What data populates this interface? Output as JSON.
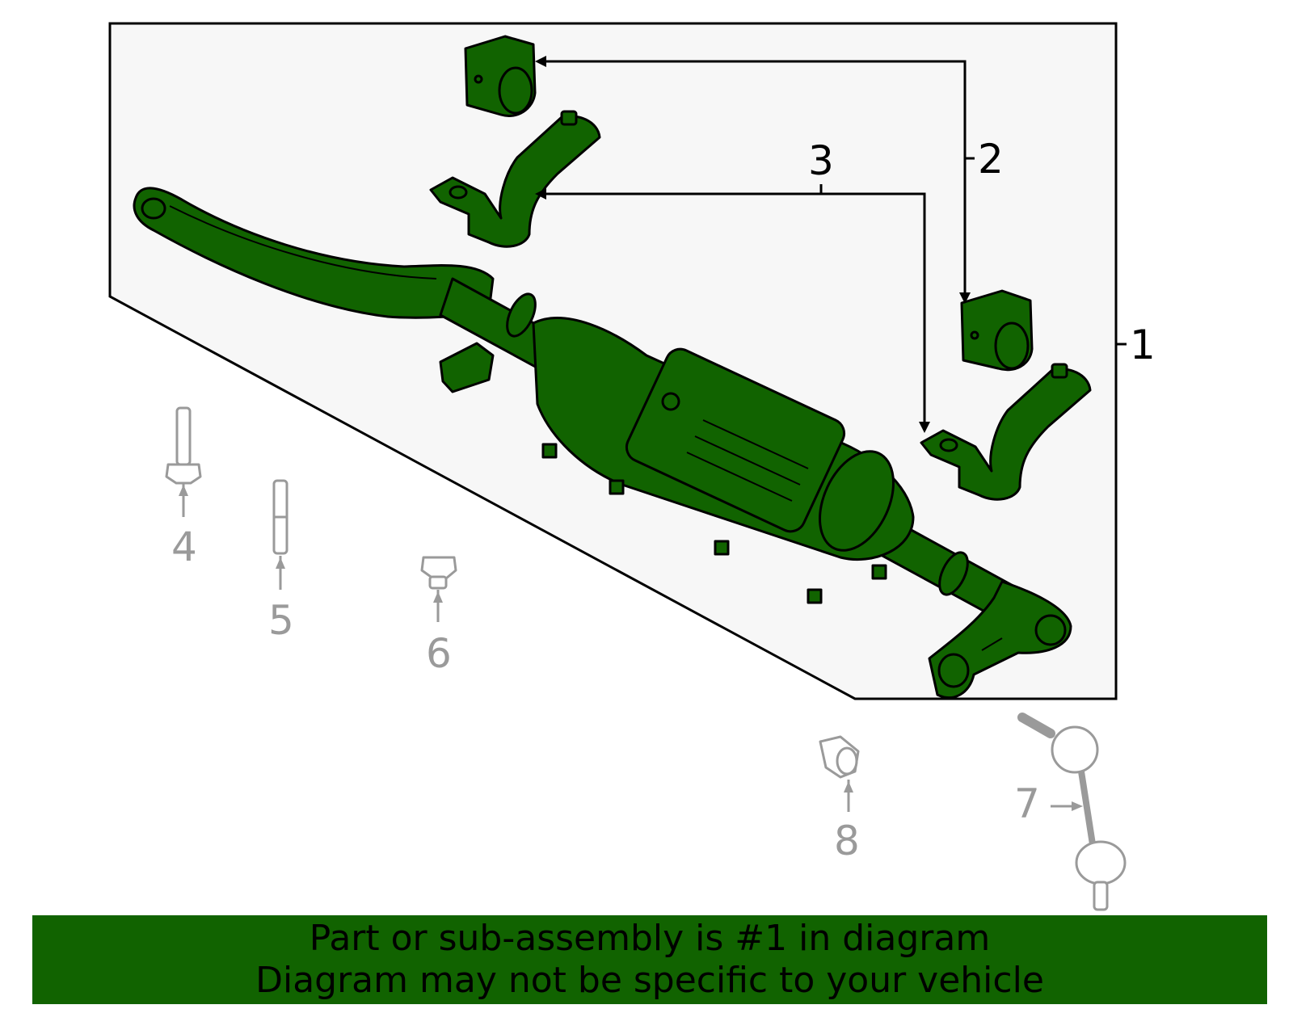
{
  "colors": {
    "part_fill": "#116300",
    "outline": "#000000",
    "hardware": "#9a9a9a",
    "panel_bg": "#f7f7f7",
    "banner_bg": "#116300"
  },
  "callouts": {
    "c1": "1",
    "c2": "2",
    "c3": "3",
    "c4": "4",
    "c5": "5",
    "c6": "6",
    "c7": "7",
    "c8": "8"
  },
  "banner": {
    "line1": "Part or sub-assembly is #1 in diagram",
    "line2": "Diagram may not be specific to your vehicle"
  }
}
